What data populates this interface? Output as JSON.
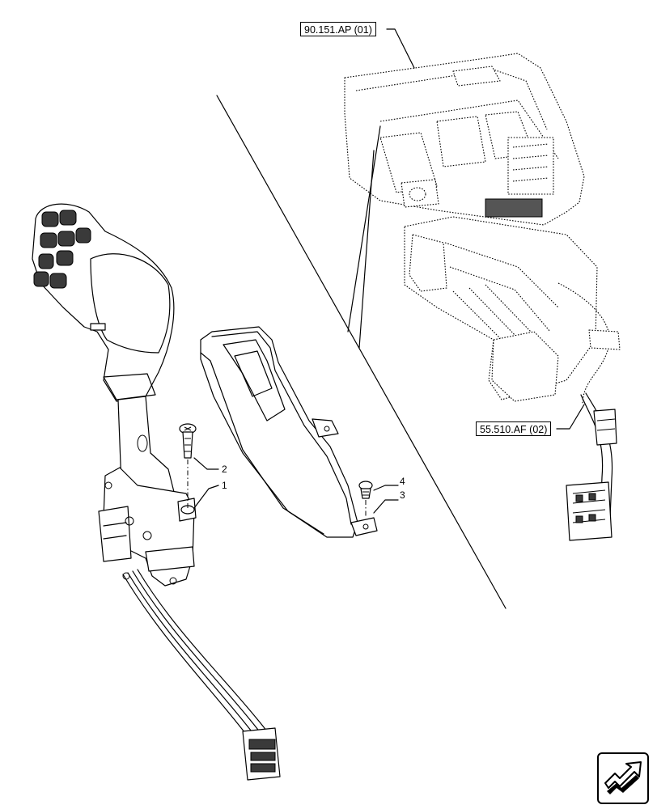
{
  "references": {
    "top": "90.151.AP (01)",
    "bottom": "55.510.AF (02)"
  },
  "callouts": [
    "1",
    "2",
    "3",
    "4"
  ],
  "icons": {
    "navigation": "back-arrow-icon"
  }
}
